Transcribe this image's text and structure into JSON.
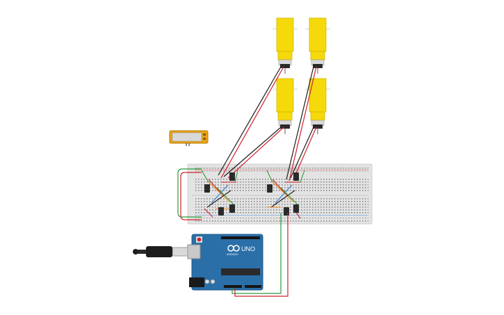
{
  "colors": {
    "motor_body": "#f5d90a",
    "motor_dark": "#d6b800",
    "breadboard": "#e6e6e6",
    "breadboard_hole": "#7a7a7a",
    "arduino": "#2a6fa8",
    "arduino_dark": "#1e5686",
    "chip": "#2a2a2a",
    "wire_red": "#d0202a",
    "wire_black": "#1d1d1d",
    "wire_green": "#2d9a3a",
    "wire_blue": "#2a7bd6",
    "wire_orange": "#f08a1a",
    "battery": "#e8a317"
  },
  "icons": {
    "motor": "dc-motor-icon",
    "battery": "battery-pack-icon",
    "usb": "usb-cable-icon"
  },
  "arduino": {
    "logo": "UNO",
    "brand": "ARDUINO"
  },
  "components": {
    "motors": 4,
    "motor_drivers": 2,
    "battery_packs": 1,
    "breadboards": 1,
    "microcontrollers": 1
  }
}
